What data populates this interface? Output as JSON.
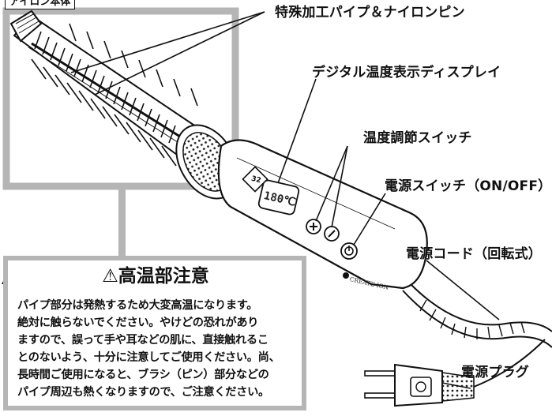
{
  "header": {
    "tag": "アイロン本体"
  },
  "labels": {
    "pipe_pin": "特殊加工パイプ＆ナイロンピン",
    "display": "デジタル温度表示ディスプレイ",
    "temp_switch": "温度調節スイッチ",
    "power_switch": "電源スイッチ（ON/OFF）",
    "cord": "電源コード（回転式）",
    "plug": "電源プラグ"
  },
  "device": {
    "brand": "CREATE ION",
    "temperature_readout": "180℃",
    "badge": "32",
    "plus_symbol": "+",
    "minus_symbol": "−"
  },
  "warning": {
    "title": "⚠高温部注意",
    "lines": [
      "パイプ部分は発熱するため大変高温になります。",
      "絶対に触らないでください。やけどの恐れがあり",
      "ますので、誤って手や耳などの肌に、直接触れるこ",
      "とのないよう、十分に注意してご使用ください。尚、",
      "長時間ご使用になると、ブラシ（ピン）部分などの",
      "パイプ周辺も熱くなりますので、ご注意ください。"
    ]
  },
  "colors": {
    "frame": "#b5b5b5",
    "ink": "#111111",
    "stripe": "#111111"
  }
}
